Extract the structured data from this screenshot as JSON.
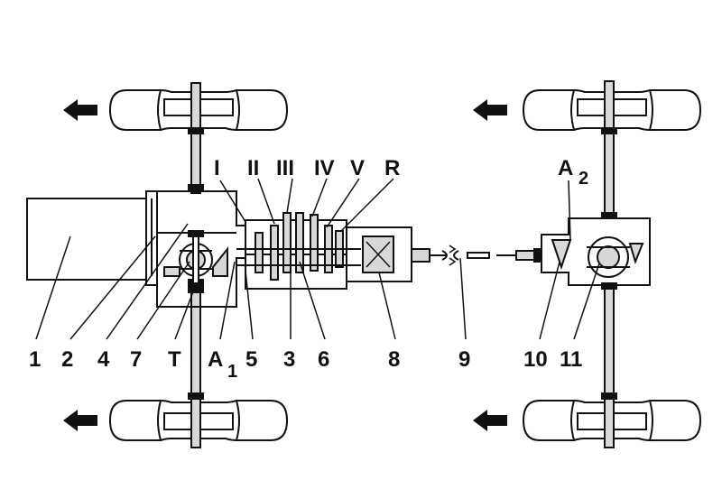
{
  "labels": {
    "l1": "1",
    "l2": "2",
    "l4": "4",
    "l7": "7",
    "lT": "T",
    "lA1": "A",
    "lA1sub": "1",
    "l5": "5",
    "l3": "3",
    "l6": "6",
    "l8": "8",
    "l9": "9",
    "l10": "10",
    "l11": "11",
    "gI": "I",
    "gII": "II",
    "gIII": "III",
    "gIV": "IV",
    "gV": "V",
    "gR": "R",
    "lA2": "A",
    "lA2sub": "2"
  },
  "colors": {
    "ink": "#111111",
    "paper": "#ffffff",
    "fill": "#d8d8d8"
  }
}
